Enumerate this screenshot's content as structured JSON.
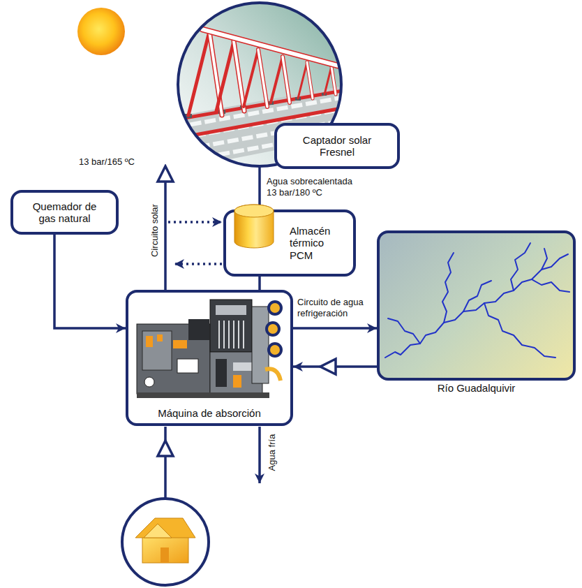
{
  "diagram": {
    "nodes": [
      {
        "text": [
          "Captador solar Fresnel"
        ]
      },
      {
        "text": [
          "Almacén térmico PCM"
        ]
      },
      {
        "text": [
          "Quemador de gas natural"
        ]
      },
      {
        "text": [
          "Máquina de absorción"
        ]
      },
      {
        "text": [
          "Río Guadalquivir"
        ]
      }
    ],
    "edges": [
      {
        "from": 0,
        "to": 1,
        "arrow": "none",
        "label": "Agua sobrecalentada 13 bar/180 ºC"
      },
      {
        "from": 1,
        "to": 3,
        "arrow": "none"
      },
      {
        "from": 3,
        "to": 0,
        "arrow": "to",
        "label": "Circuito solar"
      },
      {
        "from": 2,
        "to": 3,
        "arrow": "to"
      },
      {
        "from": 3,
        "to": 4,
        "arrow": "to",
        "label": "Circuito de agua refrigeración"
      },
      {
        "from": 4,
        "to": 3,
        "arrow": "to"
      }
    ],
    "labels": [
      "13 bar/165 ºC",
      "Agua fría"
    ]
  }
}
